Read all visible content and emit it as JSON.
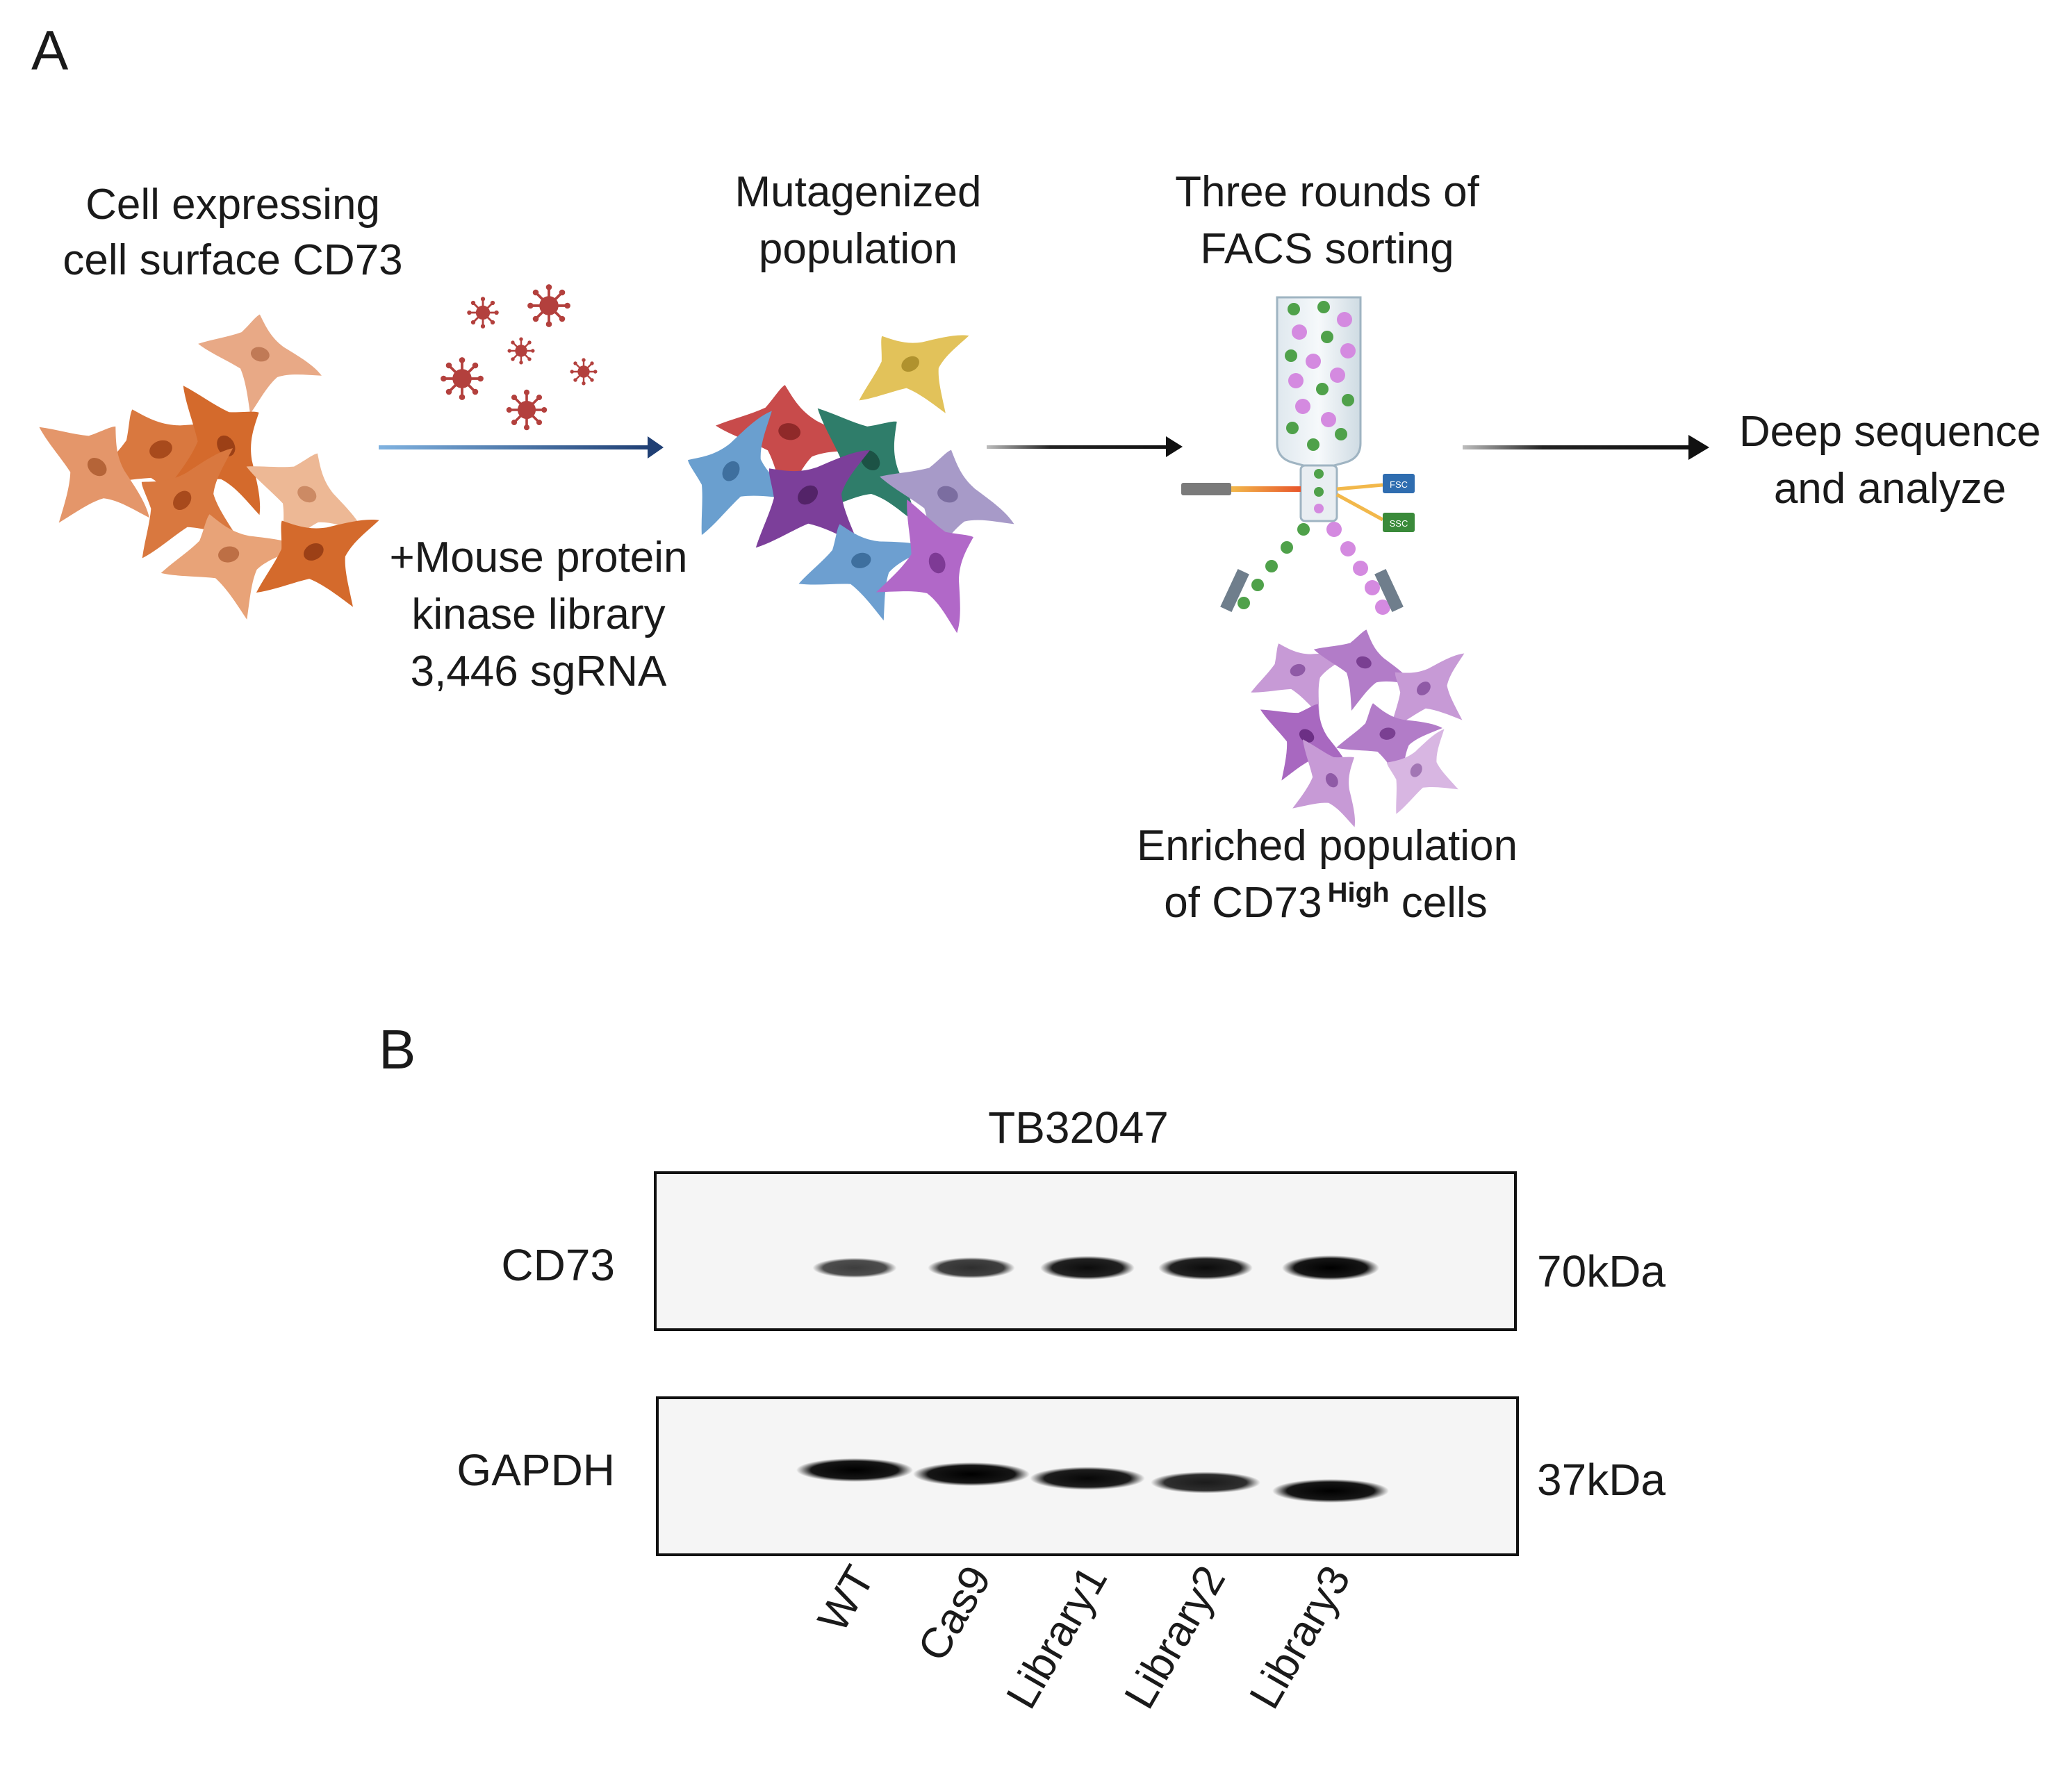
{
  "panel_a": {
    "label": "A",
    "steps": [
      {
        "lines": [
          "Cell expressing",
          "cell surface CD73"
        ]
      },
      {
        "lines": [
          "Mutagenized",
          "population"
        ]
      },
      {
        "lines": [
          "Three rounds of",
          "FACS sorting"
        ]
      },
      {
        "lines": [
          "Deep sequence",
          "and analyze"
        ]
      }
    ],
    "library_lines": [
      "+Mouse protein",
      "kinase library",
      "3,446 sgRNA"
    ],
    "enriched": {
      "line1": "Enriched population",
      "line2_prefix": "of CD73",
      "line2_superscript": "High",
      "line2_suffix": " cells"
    },
    "detector_labels": {
      "fsc": "FSC",
      "ssc": "SSC"
    },
    "colors": {
      "orange_cells": "#d9783f",
      "virus": "#b3403d",
      "purple_cells": "#a862c0",
      "green_dots": "#4fa14a",
      "pink_dots": "#d48ae0"
    }
  },
  "panel_b": {
    "label": "B",
    "cell_line": "TB32047",
    "blots": [
      {
        "name": "CD73",
        "size": "70kDa",
        "band_intensity": [
          0.55,
          0.65,
          0.9,
          0.9,
          1.0
        ]
      },
      {
        "name": "GAPDH",
        "size": "37kDa",
        "band_intensity": [
          1.0,
          1.0,
          0.95,
          0.8,
          1.0
        ]
      }
    ],
    "lanes": [
      "WT",
      "Cas9",
      "Library1",
      "Library2",
      "Library3"
    ]
  }
}
